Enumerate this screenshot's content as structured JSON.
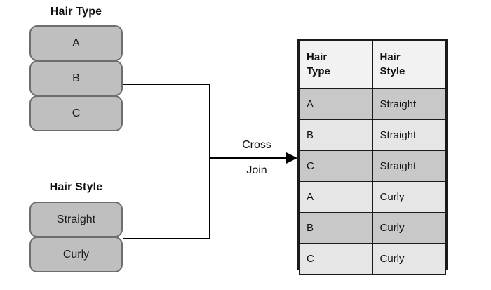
{
  "diagram": {
    "operation_label_lines": [
      "Cross",
      "Join"
    ],
    "arrow_icon": "arrow-right-icon",
    "colors": {
      "node_fill": "#bfbfbf",
      "node_border": "#6e6e6e",
      "table_border": "#1a1a1a",
      "header_fill": "#f2f2f2",
      "row_dark": "#c8c8c8",
      "row_light": "#e6e6e6",
      "connector": "#000000"
    }
  },
  "left_groups": [
    {
      "title": "Hair Type",
      "items": [
        "A",
        "B",
        "C"
      ]
    },
    {
      "title": "Hair Style",
      "items": [
        "Straight",
        "Curly"
      ]
    }
  ],
  "result_table": {
    "headers": [
      {
        "line1": "Hair",
        "line2": "Type"
      },
      {
        "line1": "Hair",
        "line2": "Style"
      }
    ],
    "rows": [
      {
        "hair_type": "A",
        "hair_style": "Straight",
        "shade": "dark"
      },
      {
        "hair_type": "B",
        "hair_style": "Straight",
        "shade": "light"
      },
      {
        "hair_type": "C",
        "hair_style": "Straight",
        "shade": "dark"
      },
      {
        "hair_type": "A",
        "hair_style": "Curly",
        "shade": "light"
      },
      {
        "hair_type": "B",
        "hair_style": "Curly",
        "shade": "dark"
      },
      {
        "hair_type": "C",
        "hair_style": "Curly",
        "shade": "light"
      }
    ]
  }
}
